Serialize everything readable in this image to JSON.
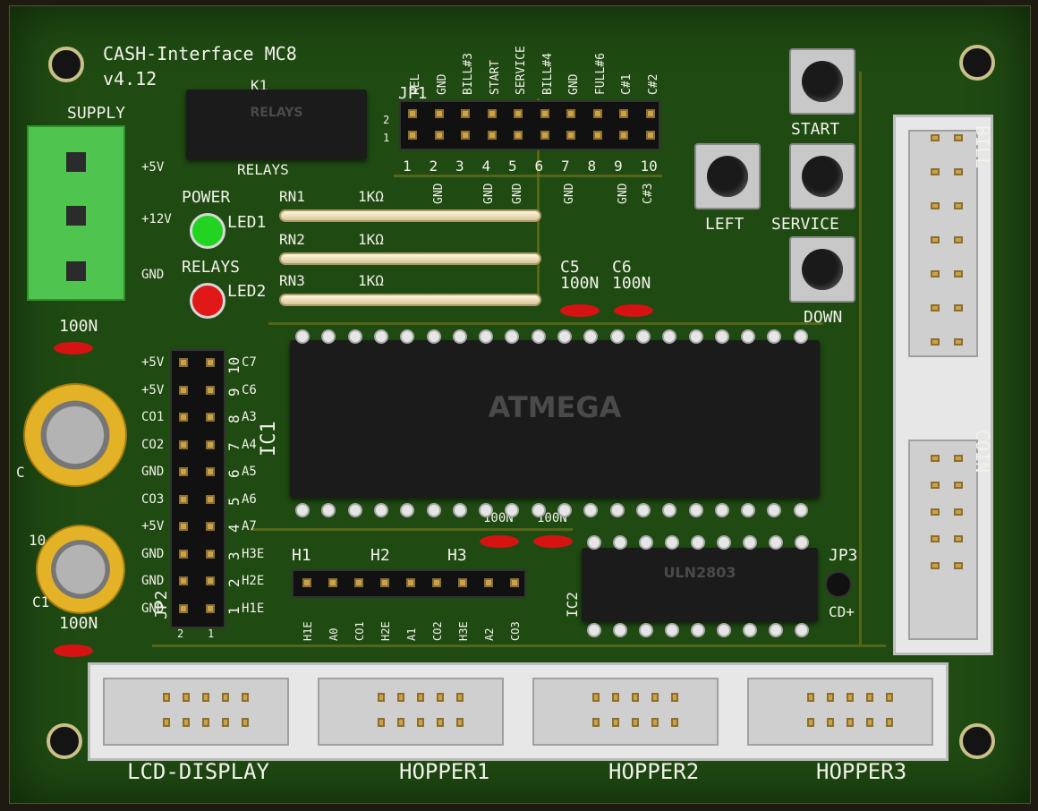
{
  "board": {
    "title": "CASH-Interface MC8",
    "version": "v4.12",
    "colors": {
      "pcb": "#1f4a12",
      "silkscreen": "#f2f2ea",
      "pads": "#c9a24a",
      "chip": "#1b1b1b",
      "led_green": "#22d322",
      "led_red": "#e01818"
    }
  },
  "supply": {
    "label": "SUPPLY",
    "pins": [
      "+5V",
      "+12V",
      "GND"
    ]
  },
  "leds": [
    {
      "label": "POWER",
      "ref": "LED1",
      "color": "#22d322"
    },
    {
      "label": "RELAYS",
      "ref": "LED2",
      "color": "#e01818"
    }
  ],
  "relays_chip": {
    "ref": "K1",
    "label": "RELAYS",
    "silk": "RELAYS"
  },
  "atmega": {
    "ref": "IC1",
    "label": "ATMEGA"
  },
  "uln": {
    "ref": "IC2",
    "label": "ULN2803"
  },
  "resistor_networks": [
    {
      "ref": "RN1",
      "value": "1KΩ"
    },
    {
      "ref": "RN2",
      "value": "1KΩ"
    },
    {
      "ref": "RN3",
      "value": "1KΩ"
    }
  ],
  "caps": {
    "c5": {
      "ref": "C5",
      "value": "100N"
    },
    "c6": {
      "ref": "C6",
      "value": "100N"
    },
    "c_top_left": "100N",
    "c_bottom_left": "100N",
    "c_mid_a": "100N",
    "c_mid_b": "100N",
    "c_prefix": "C",
    "c1_label": "C1",
    "elcap2_label": "10"
  },
  "jp1": {
    "ref": "JP1",
    "top_labels": [
      "REL",
      "GND",
      "BILL#3",
      "START",
      "SERVICE",
      "BILL#4",
      "GND",
      "FULL#6",
      "C#1",
      "C#2"
    ],
    "bottom_labels": [
      "GND",
      "GND",
      "GND",
      "GND",
      "GND",
      "C#3"
    ],
    "numbers": [
      "1",
      "2",
      "3",
      "4",
      "5",
      "6",
      "7",
      "8",
      "9",
      "10"
    ],
    "row_marks": [
      "2",
      "1"
    ]
  },
  "jp2": {
    "ref": "JP2",
    "left_labels": [
      "+5V",
      "+5V",
      "CO1",
      "CO2",
      "GND",
      "CO3",
      "+5V",
      "GND",
      "GND",
      "GND"
    ],
    "numbers": [
      "10",
      "9",
      "8",
      "7",
      "6",
      "5",
      "4",
      "3",
      "2",
      "1"
    ],
    "right_labels": [
      "C7",
      "C6",
      "A3",
      "A4",
      "A5",
      "A6",
      "A7",
      "H3E",
      "H2E",
      "H1E"
    ],
    "bottom_marks": [
      "2",
      "1"
    ]
  },
  "h_headers": {
    "refs": [
      "H1",
      "H2",
      "H3"
    ],
    "pin_labels": [
      "H1E",
      "A0",
      "CO1",
      "H2E",
      "A1",
      "CO2",
      "H3E",
      "A2",
      "CO3"
    ]
  },
  "jp3": {
    "ref": "JP3",
    "label": "CD+"
  },
  "buttons": [
    {
      "label": "START"
    },
    {
      "label": "LEFT"
    },
    {
      "label": "SERVICE"
    },
    {
      "label": "DOWN"
    }
  ],
  "side_connectors": [
    "BILL",
    "COIN"
  ],
  "bottom_connectors": [
    "LCD-DISPLAY",
    "HOPPER1",
    "HOPPER2",
    "HOPPER3"
  ],
  "misc_silk": {
    "uln_side": "100N",
    "uln_side_b": "100N"
  }
}
